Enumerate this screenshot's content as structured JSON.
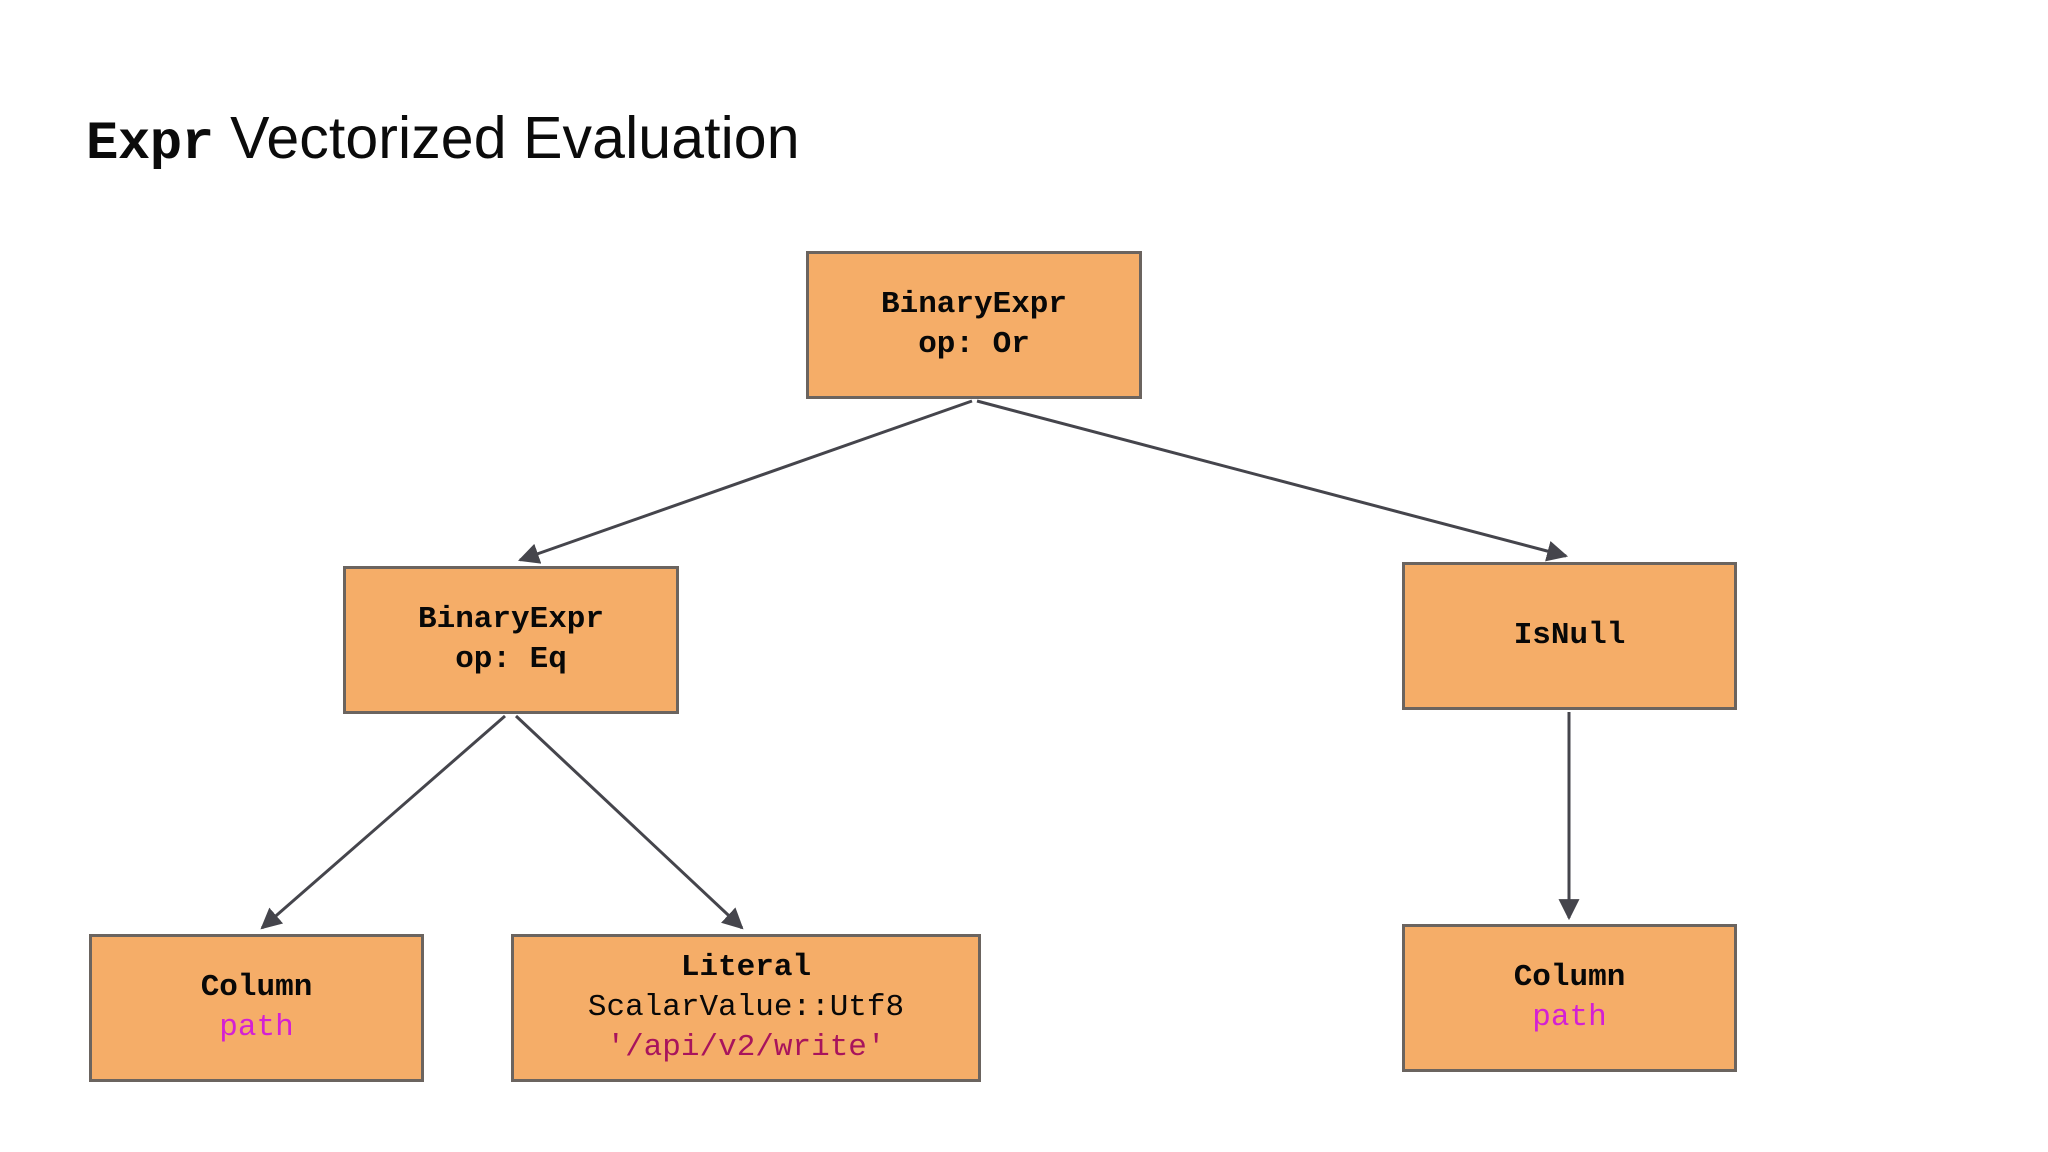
{
  "slide": {
    "title_mono": "Expr",
    "title_sans": " Vectorized Evaluation",
    "background_color": "#ffffff"
  },
  "theme": {
    "node_fill": "#f5ad68",
    "node_border": "#6b645f",
    "edge_color": "#45454c",
    "text_color": "#080808",
    "identifier_color": "#d420d4",
    "string_literal_color": "#a8145c"
  },
  "diagram": {
    "type": "expression-tree",
    "nodes": [
      {
        "id": "root",
        "name": "binary-expr-or",
        "lines": [
          {
            "text": "BinaryExpr",
            "style": "bold"
          },
          {
            "text": "op: Or",
            "style": "bold"
          }
        ]
      },
      {
        "id": "binary_eq",
        "name": "binary-expr-eq",
        "lines": [
          {
            "text": "BinaryExpr",
            "style": "bold"
          },
          {
            "text": "op: Eq",
            "style": "bold"
          }
        ]
      },
      {
        "id": "isnull",
        "name": "is-null",
        "lines": [
          {
            "text": "IsNull",
            "style": "bold"
          }
        ]
      },
      {
        "id": "col_left",
        "name": "column-path-left",
        "lines": [
          {
            "text": "Column",
            "style": "bold"
          },
          {
            "text": "path",
            "style": "ident"
          }
        ]
      },
      {
        "id": "literal",
        "name": "literal-scalar-utf8",
        "lines": [
          {
            "text": "Literal",
            "style": "bold"
          },
          {
            "text": "ScalarValue::Utf8",
            "style": "plain"
          },
          {
            "text": "'/api/v2/write'",
            "style": "str"
          }
        ]
      },
      {
        "id": "col_right",
        "name": "column-path-right",
        "lines": [
          {
            "text": "Column",
            "style": "bold"
          },
          {
            "text": "path",
            "style": "ident"
          }
        ]
      }
    ],
    "edges": [
      {
        "from": "root",
        "to": "binary_eq"
      },
      {
        "from": "root",
        "to": "isnull"
      },
      {
        "from": "binary_eq",
        "to": "col_left"
      },
      {
        "from": "binary_eq",
        "to": "literal"
      },
      {
        "from": "isnull",
        "to": "col_right"
      }
    ]
  }
}
